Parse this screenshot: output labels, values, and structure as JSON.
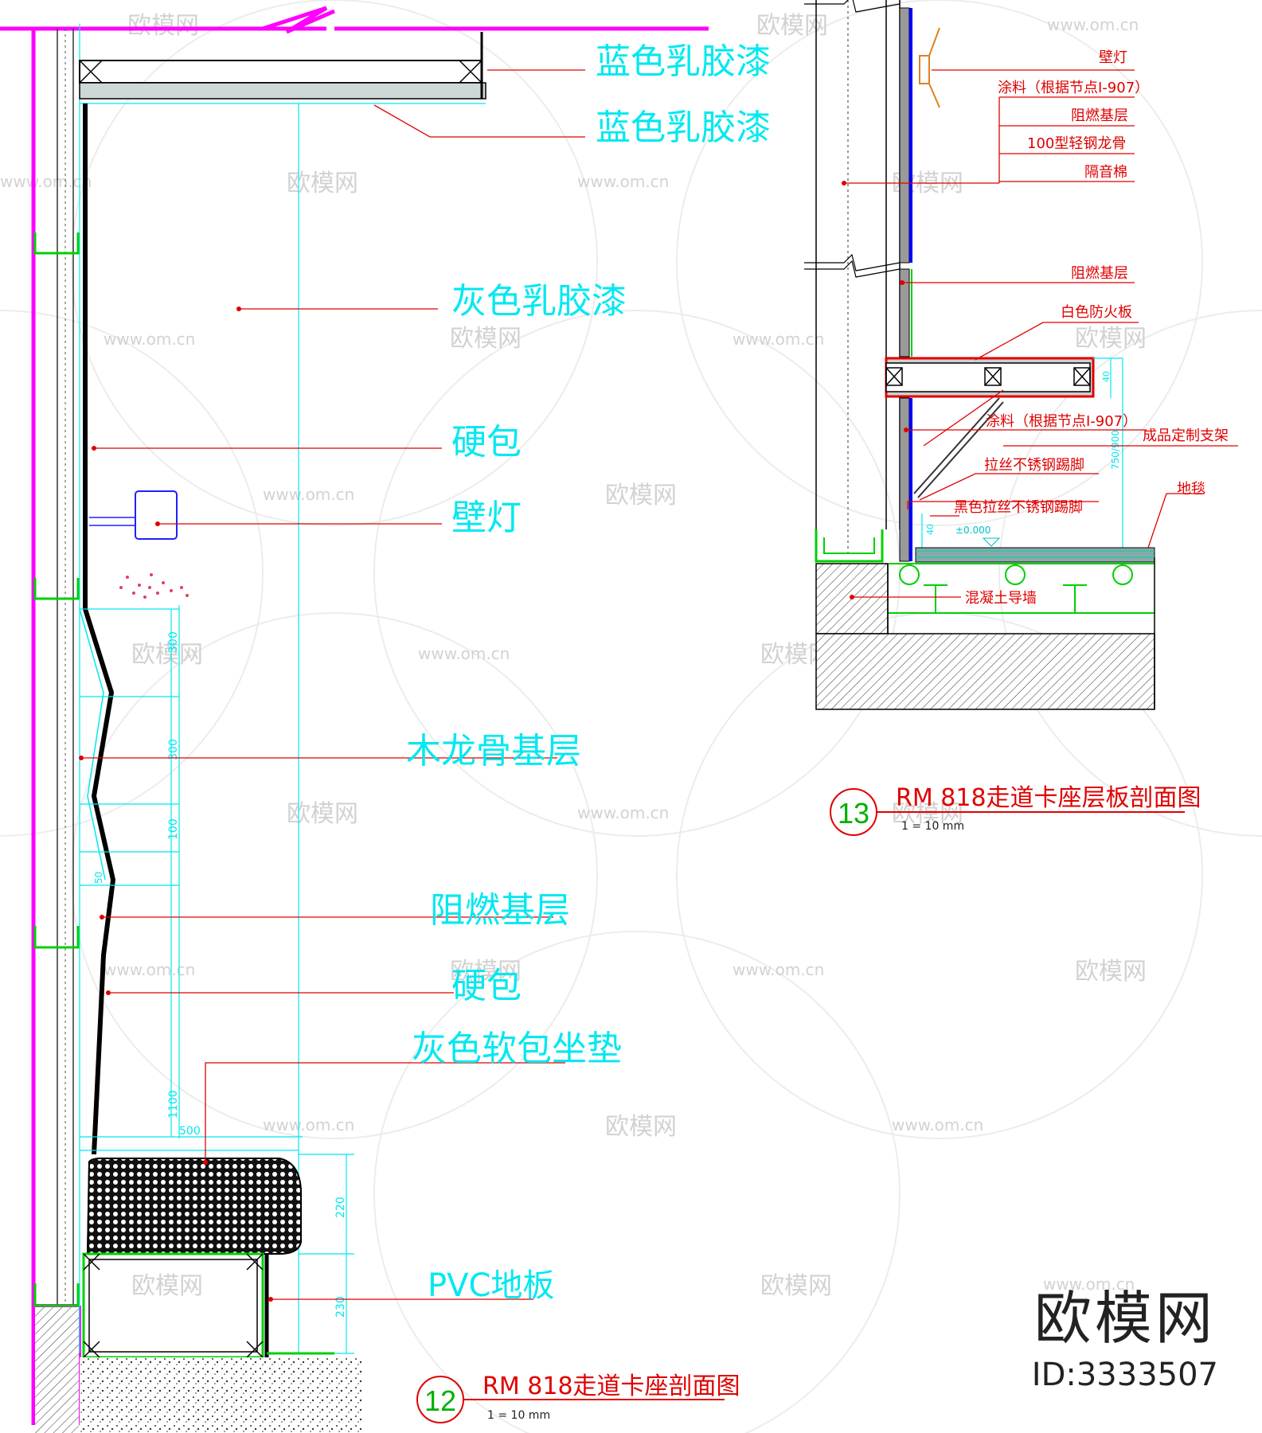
{
  "left_drawing": {
    "labels": {
      "blue_latex_1": "蓝色乳胶漆",
      "blue_latex_2": "蓝色乳胶漆",
      "grey_latex": "灰色乳胶漆",
      "hard_pack_1": "硬包",
      "wall_lamp": "壁灯",
      "wood_keel": "木龙骨基层",
      "fire_base": "阻燃基层",
      "hard_pack_2": "硬包",
      "seat_cushion": "灰色软包坐垫",
      "pvc_floor": "PVC地板"
    },
    "dims": {
      "d300a": "300",
      "d300b": "300",
      "d100": "100",
      "d50": "50",
      "d1100": "1100",
      "d500": "500",
      "d220": "220",
      "d230": "230"
    },
    "title": {
      "number": "12",
      "text": "RM 818走道卡座剖面图",
      "scale": "1 = 10 mm"
    }
  },
  "right_drawing": {
    "labels": {
      "wall_lamp": "壁灯",
      "paint_1": "涂料（根据节点I-907）",
      "fire_base_1": "阻燃基层",
      "steel_keel": "100型轻钢龙骨",
      "sound_insul": "隔音棉",
      "fire_base_2": "阻燃基层",
      "white_board": "白色防火板",
      "paint_2": "涂料（根据节点I-907）",
      "bracket": "成品定制支架",
      "skirting_1": "拉丝不锈钢踢脚",
      "carpet": "地毯",
      "skirting_2": "黑色拉丝不锈钢踢脚",
      "concrete": "混凝土导墙"
    },
    "dims": {
      "d40a": "40",
      "d750": "750/900",
      "d40b": "40",
      "level": "±0.000"
    },
    "title": {
      "number": "13",
      "text": "RM 818走道卡座层板剖面图",
      "scale": "1 = 10 mm"
    }
  },
  "watermark": {
    "brand": "欧模网",
    "url": "www.om.cn",
    "logo": "欧模网",
    "id": "ID:3333507"
  },
  "colors": {
    "magenta": "#ff00ff",
    "cyan": "#00e8f0",
    "red": "#e00000",
    "green": "#00d000",
    "blue": "#0000ff"
  }
}
